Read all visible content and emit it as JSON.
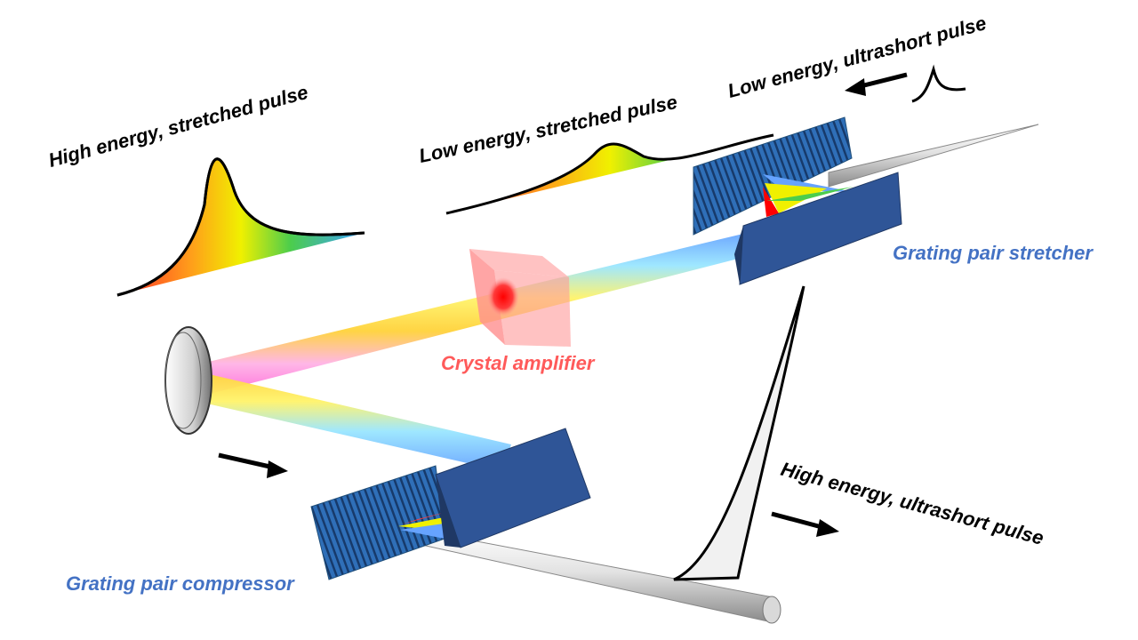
{
  "labels": {
    "high_stretched": "High energy, stretched pulse",
    "low_stretched": "Low energy, stretched pulse",
    "low_ultrashort": "Low energy, ultrashort pulse",
    "stretcher": "Grating pair stretcher",
    "amplifier": "Crystal amplifier",
    "compressor": "Grating pair compressor",
    "high_ultrashort": "High energy, ultrashort pulse"
  },
  "colors": {
    "grating_blue": "#2f5597",
    "grating_stripes": "#1f4e79",
    "label_blue": "#4472c4",
    "label_red": "#ff5a5a",
    "crystal_pink": "#ff9a9a"
  },
  "icons": [
    "arrow-left-icon",
    "arrow-right-icon"
  ]
}
